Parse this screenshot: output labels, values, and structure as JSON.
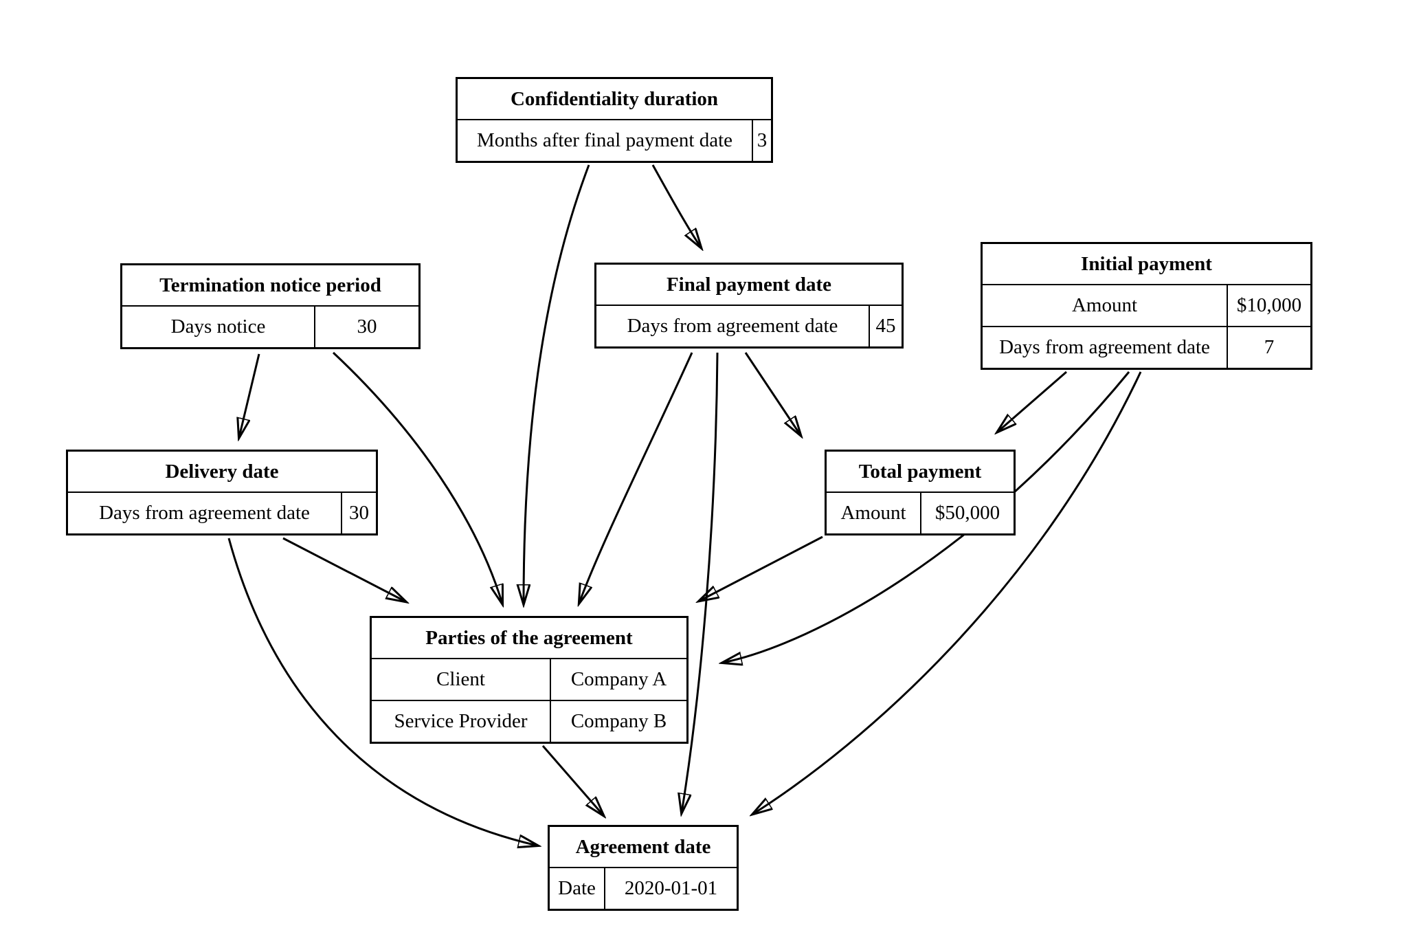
{
  "colors": {
    "line": "#000000",
    "background": "#ffffff",
    "box_fill": "#ffffff"
  },
  "diagram": {
    "nodes": {
      "confidentiality_duration": {
        "title": "Confidentiality duration",
        "rows": [
          {
            "label": "Months after final payment date",
            "value": "3"
          }
        ]
      },
      "termination_notice_period": {
        "title": "Termination notice period",
        "rows": [
          {
            "label": "Days notice",
            "value": "30"
          }
        ]
      },
      "final_payment_date": {
        "title": "Final payment date",
        "rows": [
          {
            "label": "Days from agreement date",
            "value": "45"
          }
        ]
      },
      "initial_payment": {
        "title": "Initial payment",
        "rows": [
          {
            "label": "Amount",
            "value": "$10,000"
          },
          {
            "label": "Days from agreement date",
            "value": "7"
          }
        ]
      },
      "delivery_date": {
        "title": "Delivery date",
        "rows": [
          {
            "label": "Days from agreement date",
            "value": "30"
          }
        ]
      },
      "total_payment": {
        "title": "Total payment",
        "rows": [
          {
            "label": "Amount",
            "value": "$50,000"
          }
        ]
      },
      "parties_of_the_agreement": {
        "title": "Parties of the agreement",
        "rows": [
          {
            "label": "Client",
            "value": "Company A"
          },
          {
            "label": "Service Provider",
            "value": "Company B"
          }
        ]
      },
      "agreement_date": {
        "title": "Agreement date",
        "rows": [
          {
            "label": "Date",
            "value": "2020-01-01"
          }
        ]
      }
    },
    "edges": [
      {
        "from": "confidentiality_duration",
        "to": "final_payment_date"
      },
      {
        "from": "confidentiality_duration",
        "to": "parties_of_the_agreement"
      },
      {
        "from": "termination_notice_period",
        "to": "delivery_date"
      },
      {
        "from": "termination_notice_period",
        "to": "parties_of_the_agreement"
      },
      {
        "from": "final_payment_date",
        "to": "total_payment"
      },
      {
        "from": "final_payment_date",
        "to": "parties_of_the_agreement"
      },
      {
        "from": "final_payment_date",
        "to": "agreement_date"
      },
      {
        "from": "initial_payment",
        "to": "total_payment"
      },
      {
        "from": "initial_payment",
        "to": "parties_of_the_agreement"
      },
      {
        "from": "initial_payment",
        "to": "agreement_date"
      },
      {
        "from": "delivery_date",
        "to": "parties_of_the_agreement"
      },
      {
        "from": "delivery_date",
        "to": "agreement_date"
      },
      {
        "from": "total_payment",
        "to": "parties_of_the_agreement"
      },
      {
        "from": "parties_of_the_agreement",
        "to": "agreement_date"
      }
    ]
  }
}
